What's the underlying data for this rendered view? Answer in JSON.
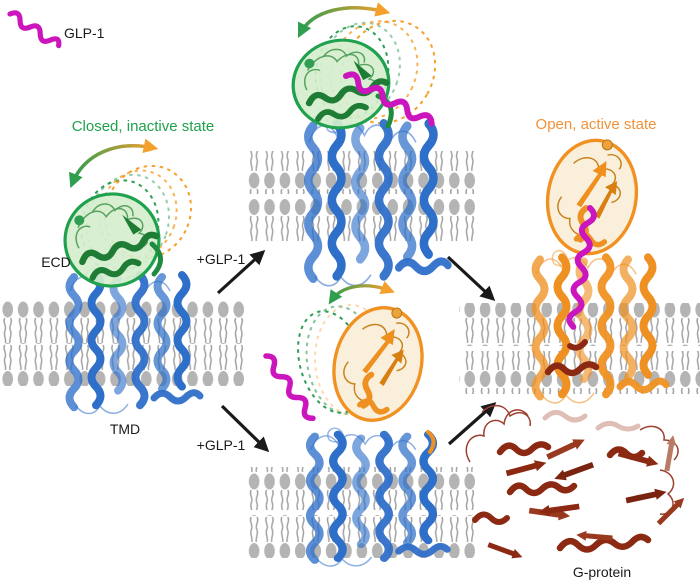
{
  "labels": {
    "ligand": "GLP-1",
    "closed_state": "Closed, inactive state",
    "ecd": "ECD",
    "tmd": "TMD",
    "plus_glp1_upper": "+GLP-1",
    "plus_glp1_lower": "+GLP-1",
    "open_state": "Open, active state",
    "g_protein": "G-protein"
  },
  "colors": {
    "closed_green": "#1fa14d",
    "dark_green": "#1e7c34",
    "ecd_fill_green": "#d5eecd",
    "open_orange": "#f0923b",
    "orange_stroke": "#f09122",
    "ecd_fill_orange": "#f9efdb",
    "receptor_blue": "#2e6fc9",
    "receptor_orange": "#ef9122",
    "glp1_magenta": "#cb16be",
    "membrane_gray": "#b4b4b4",
    "membrane_tail_gray": "#a3a3a3",
    "g_protein_red": "#8c2912",
    "arrow_black": "#1a1a1a"
  },
  "panels": {
    "left": {
      "state": "Closed, inactive state",
      "components": [
        "ECD closed (green ellipse)",
        "TMD (blue helices)",
        "membrane"
      ]
    },
    "middle_top": {
      "state": "closed ECD with GLP-1 bound",
      "components": [
        "ECD closed (green ellipse)",
        "GLP-1 (magenta helix, bound)",
        "TMD (blue helices)",
        "membrane"
      ]
    },
    "middle_bottom": {
      "state": "open ECD without GLP-1",
      "components": [
        "ECD open (orange ellipse)",
        "GLP-1 (magenta helix, free)",
        "TMD (blue helices)",
        "membrane"
      ]
    },
    "right": {
      "state": "Open, active state",
      "components": [
        "ECD open (orange ellipse)",
        "GLP-1 (magenta helix, inserted)",
        "TMD (orange helices)",
        "membrane",
        "G-protein (dark red)"
      ]
    }
  },
  "transitions": [
    {
      "from": "left",
      "to": "middle_top",
      "label": "+GLP-1"
    },
    {
      "from": "left",
      "to": "middle_bottom",
      "label": "+GLP-1"
    },
    {
      "from": "middle_top",
      "to": "right",
      "label": ""
    },
    {
      "from": "middle_bottom",
      "to": "right",
      "label": ""
    }
  ]
}
